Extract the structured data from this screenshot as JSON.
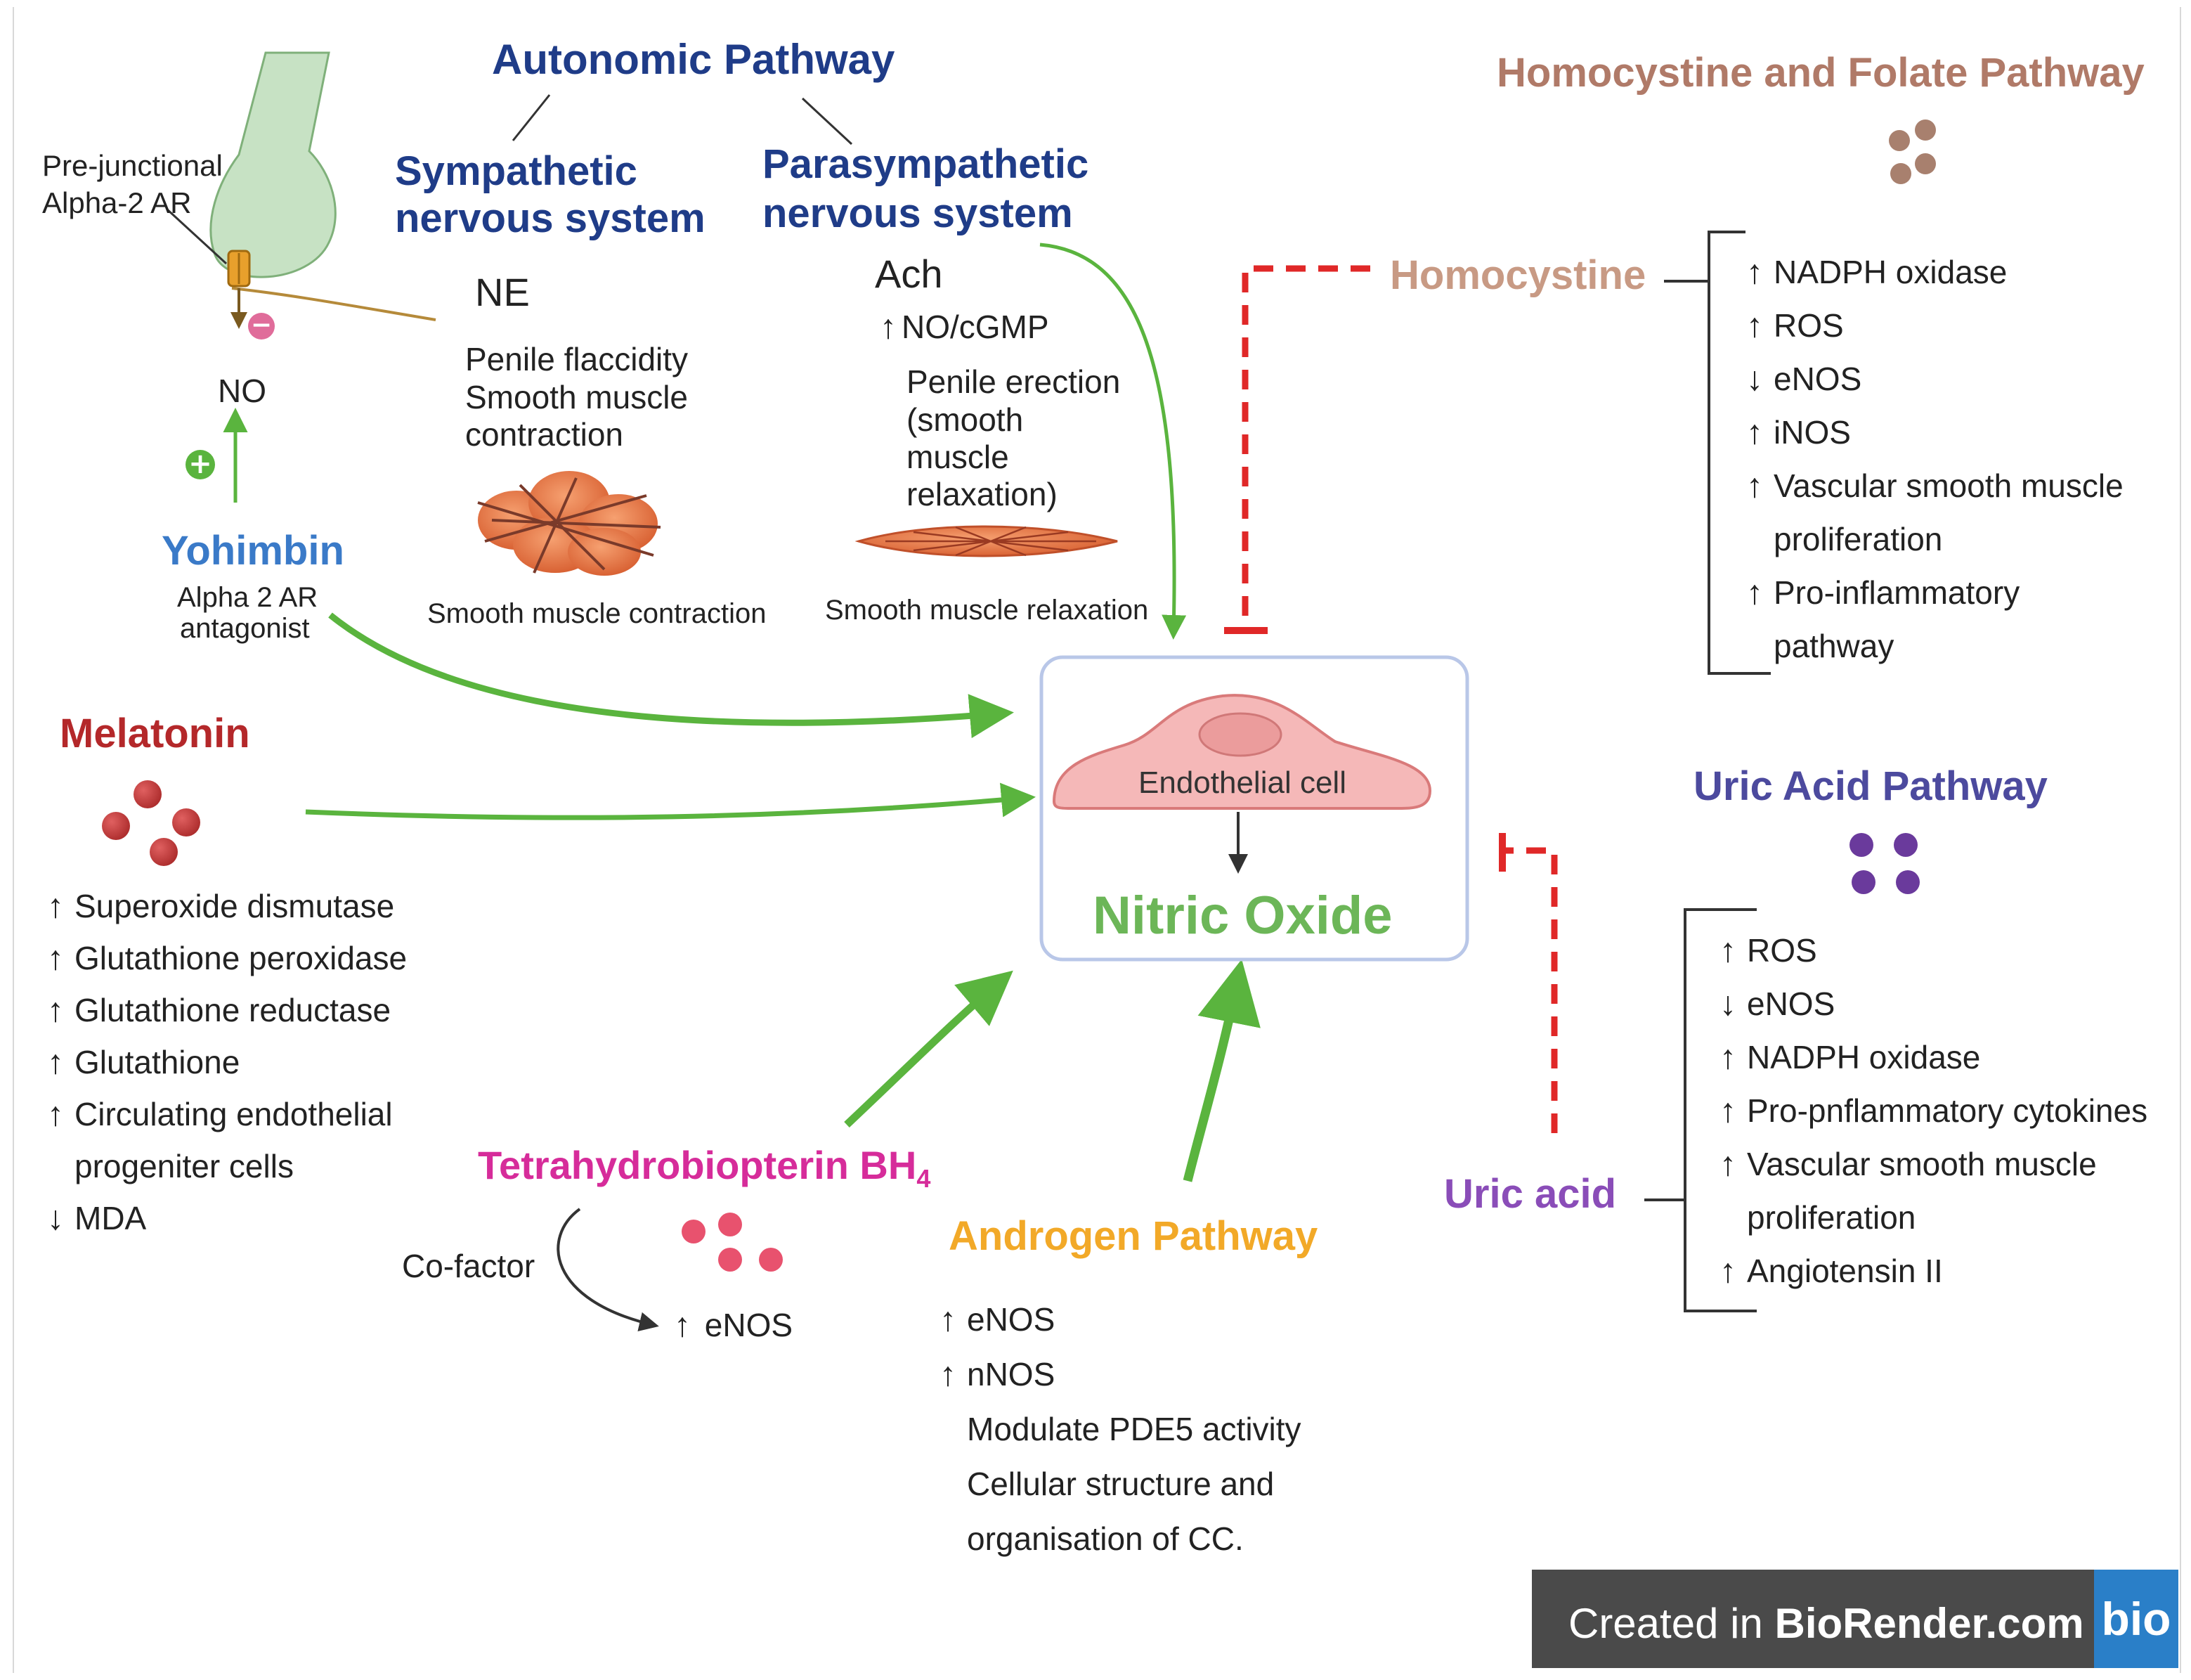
{
  "autonomic": {
    "title": "Autonomic Pathway",
    "sympathetic": [
      "Sympathetic",
      "nervous system"
    ],
    "parasympathetic": [
      "Parasympathetic",
      "nervous system"
    ],
    "prejunctional": [
      "Pre-junctional",
      "Alpha-2 AR"
    ],
    "ne": "NE",
    "no": "NO",
    "flaccidity": [
      "Penile flaccidity",
      "Smooth muscle",
      "contraction"
    ],
    "ach": "Ach",
    "no_cgmp": "NO/cGMP",
    "erection": [
      "Penile erection",
      "(smooth",
      "muscle",
      "relaxation)"
    ],
    "contraction_caption": "Smooth muscle contraction",
    "relaxation_caption": "Smooth muscle relaxation",
    "yohimbin": "Yohimbin",
    "yohimbin_desc": [
      "Alpha 2 AR",
      "antagonist"
    ],
    "plus": "+",
    "minus": "−"
  },
  "melatonin": {
    "title": "Melatonin",
    "effects": [
      {
        "dir": "up",
        "lines": [
          "Superoxide dismutase"
        ]
      },
      {
        "dir": "up",
        "lines": [
          "Glutathione peroxidase"
        ]
      },
      {
        "dir": "up",
        "lines": [
          "Glutathione reductase"
        ]
      },
      {
        "dir": "up",
        "lines": [
          "Glutathione"
        ]
      },
      {
        "dir": "up",
        "lines": [
          "Circulating endothelial",
          "progeniter cells"
        ]
      },
      {
        "dir": "down",
        "lines": [
          "MDA"
        ]
      }
    ]
  },
  "bh4": {
    "title": "Tetrahydrobiopterin BH",
    "subscript": "4",
    "cofactor": "Co-factor",
    "enos": "eNOS"
  },
  "androgen": {
    "title": "Androgen Pathway",
    "effects": [
      {
        "dir": "up",
        "lines": [
          "eNOS"
        ]
      },
      {
        "dir": "up",
        "lines": [
          "nNOS"
        ]
      },
      {
        "dir": "none",
        "lines": [
          "Modulate PDE5 activity"
        ]
      },
      {
        "dir": "none",
        "lines": [
          "Cellular structure and"
        ]
      },
      {
        "dir": "none",
        "lines": [
          "organisation of CC."
        ]
      }
    ]
  },
  "center": {
    "cell": "Endothelial cell",
    "nitric_oxide": "Nitric Oxide"
  },
  "homocystine": {
    "title": "Homocystine and Folate Pathway",
    "label": "Homocystine",
    "effects": [
      {
        "dir": "up",
        "lines": [
          "NADPH oxidase"
        ]
      },
      {
        "dir": "up",
        "lines": [
          "ROS"
        ]
      },
      {
        "dir": "down",
        "lines": [
          "eNOS"
        ]
      },
      {
        "dir": "up",
        "lines": [
          "iNOS"
        ]
      },
      {
        "dir": "up",
        "lines": [
          "Vascular smooth muscle",
          "proliferation"
        ]
      },
      {
        "dir": "up",
        "lines": [
          "Pro-inflammatory",
          "pathway"
        ]
      }
    ]
  },
  "uric": {
    "title": "Uric Acid Pathway",
    "label": "Uric acid",
    "effects": [
      {
        "dir": "up",
        "lines": [
          "ROS"
        ]
      },
      {
        "dir": "down",
        "lines": [
          "eNOS"
        ]
      },
      {
        "dir": "up",
        "lines": [
          "NADPH oxidase"
        ]
      },
      {
        "dir": "up",
        "lines": [
          "Pro-pnflammatory cytokines"
        ]
      },
      {
        "dir": "up",
        "lines": [
          "Vascular smooth muscle",
          "proliferation"
        ]
      },
      {
        "dir": "up",
        "lines": [
          "Angiotensin II"
        ]
      }
    ]
  },
  "badge": {
    "prefix": "Created in ",
    "site": "BioRender.com",
    "logo": "bio"
  },
  "colors": {
    "navy": "#1f3c88",
    "melatonin": "#b4282a",
    "bh4": "#d62c9a",
    "androgen": "#f2a928",
    "homocystine": "#b07a68",
    "uric_label": "#8a4db8",
    "uric_title": "#4c4a9e",
    "yohimbin": "#3a7ac8",
    "nitric_oxide": "#6cb658",
    "green_arrow": "#5ab43e",
    "inhibit": "#e02828"
  }
}
